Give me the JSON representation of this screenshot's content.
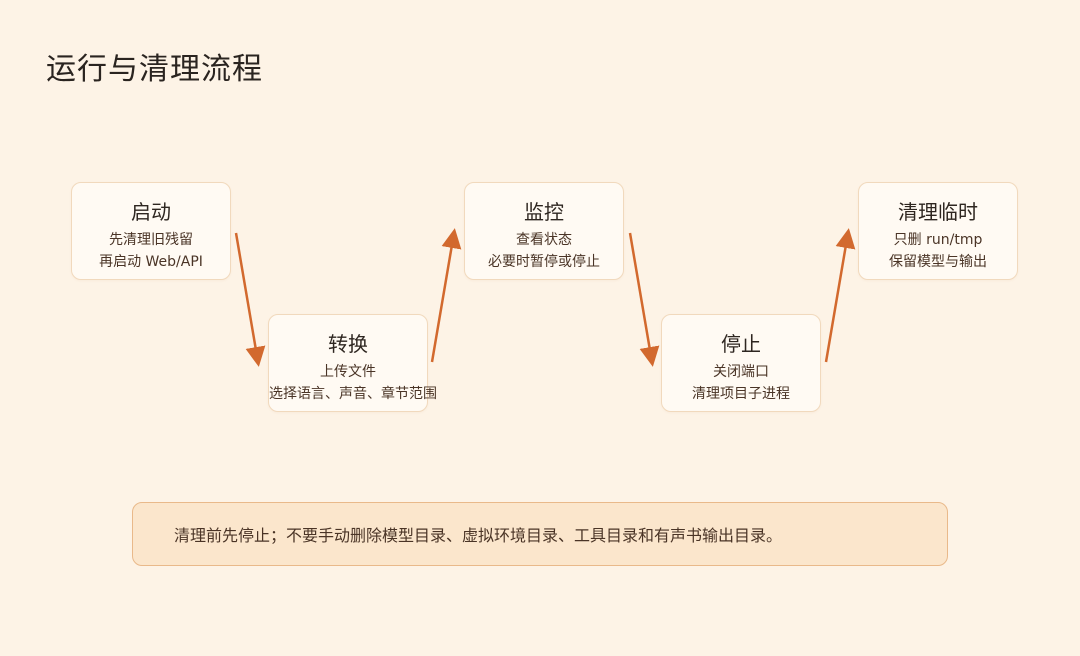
{
  "title": "运行与清理流程",
  "steps": [
    {
      "title": "启动",
      "lines": [
        "先清理旧残留",
        "再启动 Web/API"
      ]
    },
    {
      "title": "转换",
      "lines": [
        "上传文件",
        "选择语言、声音、章节范围"
      ]
    },
    {
      "title": "监控",
      "lines": [
        "查看状态",
        "必要时暂停或停止"
      ]
    },
    {
      "title": "停止",
      "lines": [
        "关闭端口",
        "清理项目子进程"
      ]
    },
    {
      "title": "清理临时",
      "lines": [
        "只删 run/tmp",
        "保留模型与输出"
      ]
    }
  ],
  "note": "清理前先停止；不要手动删除模型目录、虚拟环境目录、工具目录和有声书输出目录。",
  "colors": {
    "background": "#fdf3e6",
    "card_border": "#f1d9bd",
    "arrow": "#d2692e",
    "note_background": "#fbe6cc",
    "note_border": "#e9b98a"
  }
}
